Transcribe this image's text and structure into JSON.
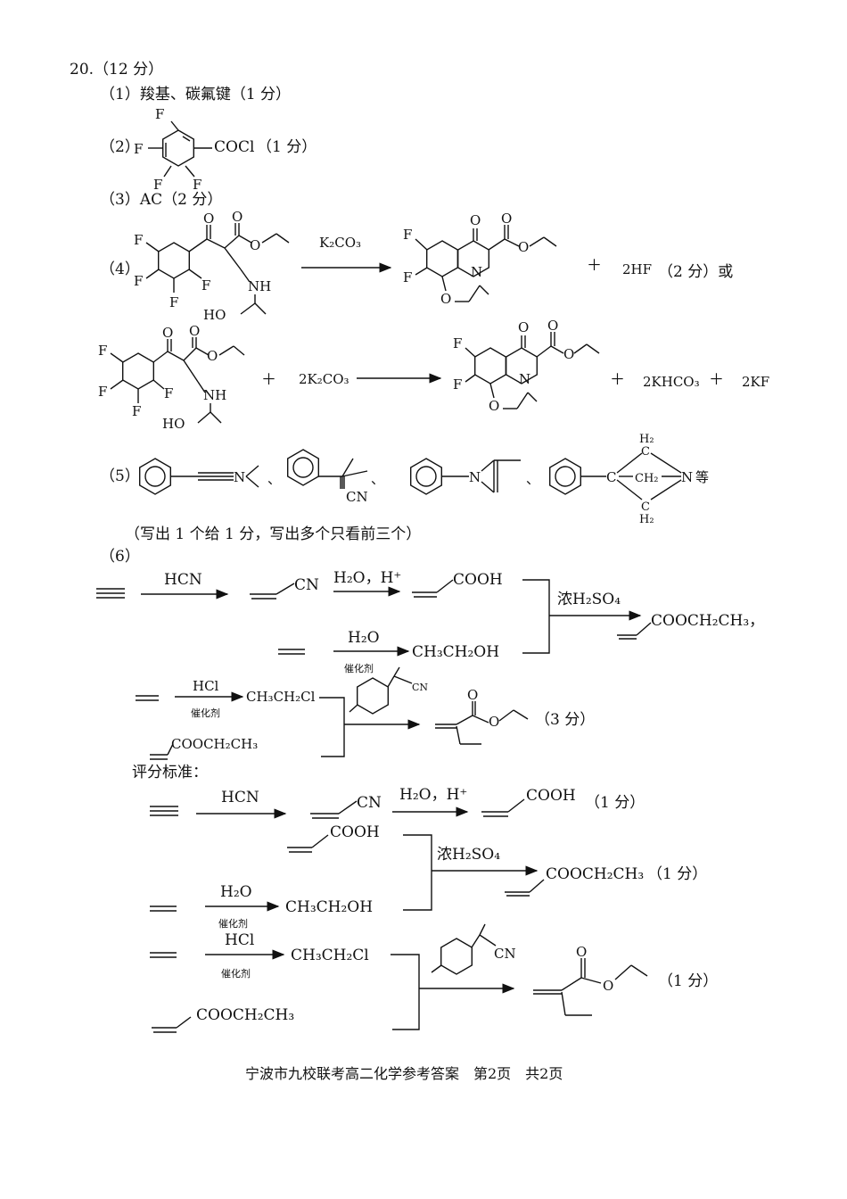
{
  "question": {
    "label": "20.（12 分）"
  },
  "p1": {
    "text": "（1）羧基、碳氟键（1 分）"
  },
  "p2": {
    "num": "（2）",
    "cocl": "COCl",
    "score": "（1 分）"
  },
  "p3": {
    "text": "（3）AC（2 分）"
  },
  "p4": {
    "num": "（4）",
    "reagent": "K₂CO₃",
    "plus": "＋",
    "hf": "2HF",
    "score": "（2 分）或",
    "alt_reagent": "2K₂CO₃",
    "alt_prod1": "2KHCO₃",
    "alt_prod2": "2KF"
  },
  "p5": {
    "num": "（5）",
    "note": "（写出 1 个给 1 分，写出多个只看前三个）",
    "etc": "等"
  },
  "p6": {
    "num": "（6）",
    "hcn": "HCN",
    "cn": "CN",
    "h2o_h": "H₂O，H⁺",
    "cooh": "COOH",
    "conc_h2so4": "浓H₂SO₄",
    "ester": "COOCH₂CH₃",
    "ester_comma": "COOCH₂CH₃，",
    "h2o": "H₂O",
    "catalyst": "催化剂",
    "ethanol": "CH₃CH₂OH",
    "hcl": "HCl",
    "ethyl_chloride": "CH₃CH₂Cl",
    "score3": "（3 分）"
  },
  "grading": {
    "title": "评分标准：",
    "score1": "（1 分）"
  },
  "footer": {
    "text": "宁波市九校联考高二化学参考答案　第2页　共2页"
  },
  "icons": [
    "benzene-ring-icon",
    "reaction-arrow-icon",
    "bracket-icon"
  ]
}
